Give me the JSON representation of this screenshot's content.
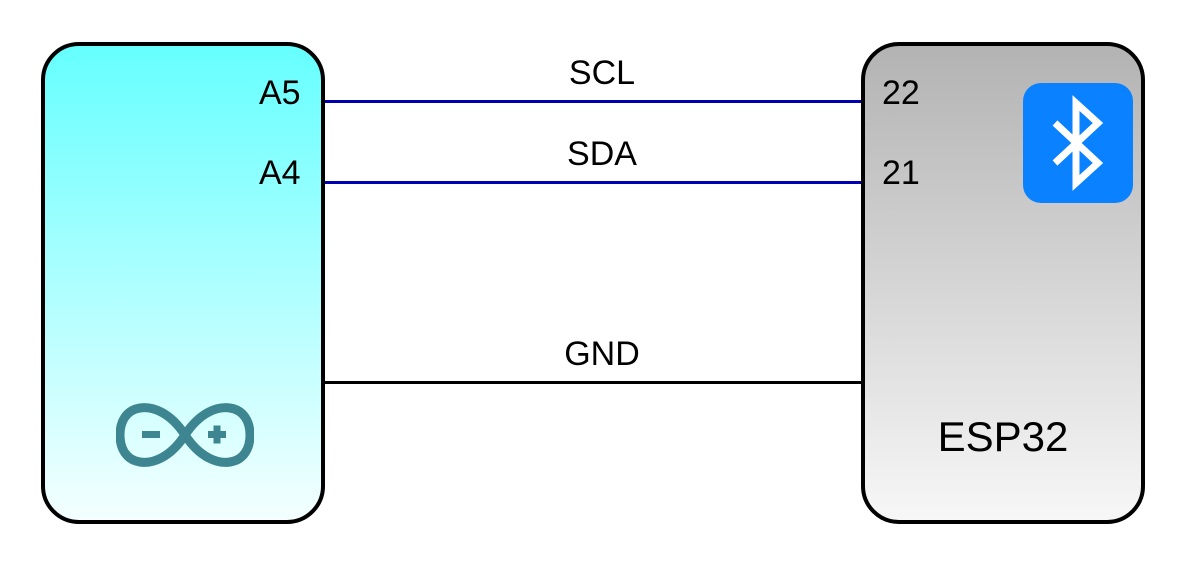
{
  "colors": {
    "wire_signal": "#0000b3",
    "wire_ground": "#000000",
    "arduino_board_top": "#66ffff",
    "arduino_board_bottom": "#f4ffff",
    "esp32_board_top": "#b3b3b3",
    "esp32_board_bottom": "#f7f7f7",
    "bluetooth_bg": "#0a82ff",
    "arduino_logo": "#3d8590"
  },
  "arduino": {
    "icon": "arduino-logo-icon",
    "pins": [
      "A5",
      "A4"
    ]
  },
  "esp32": {
    "title": "ESP32",
    "icon": "bluetooth-icon",
    "pins": [
      "22",
      "21"
    ]
  },
  "wires": [
    {
      "label": "SCL",
      "color": "#0000b3"
    },
    {
      "label": "SDA",
      "color": "#0000b3"
    },
    {
      "label": "GND",
      "color": "#000000"
    }
  ]
}
